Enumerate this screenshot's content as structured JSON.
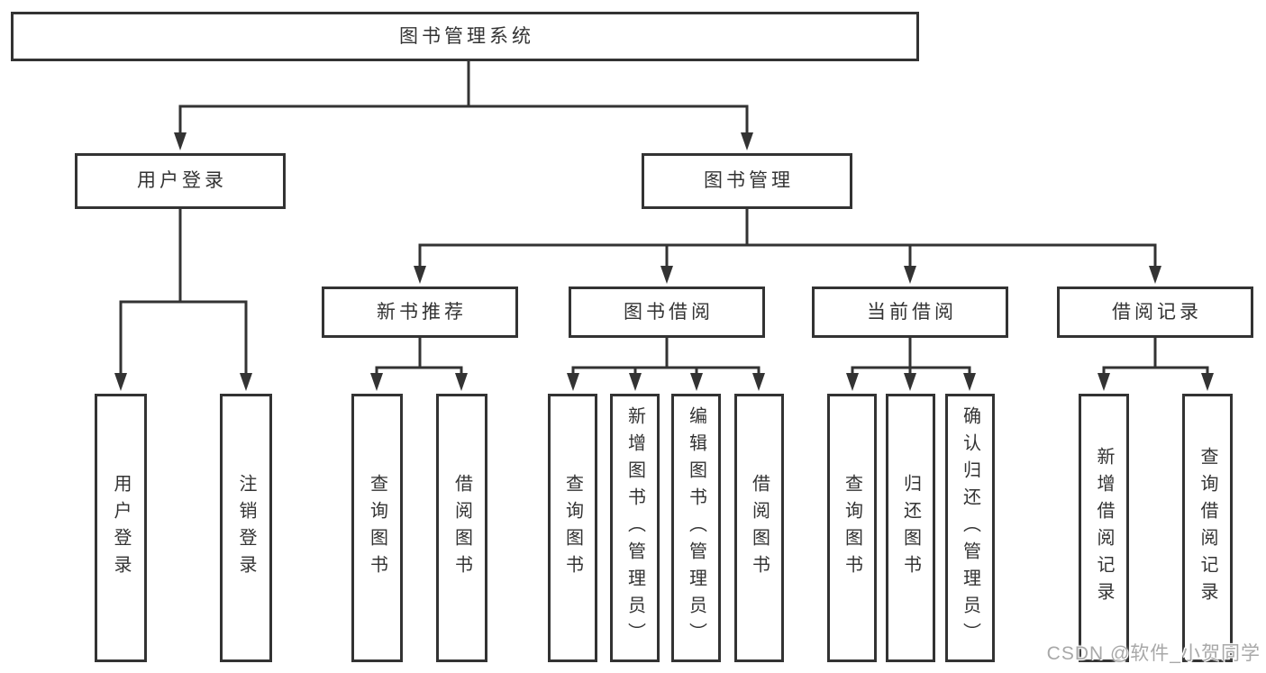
{
  "root": {
    "label": "图书管理系统"
  },
  "branches": {
    "user_login": {
      "label": "用户登录",
      "children": [
        {
          "label": "用户登录"
        },
        {
          "label": "注销登录"
        }
      ]
    },
    "book_management": {
      "label": "图书管理",
      "sections": [
        {
          "label": "新书推荐",
          "children": [
            {
              "label": "查询图书"
            },
            {
              "label": "借阅图书"
            }
          ]
        },
        {
          "label": "图书借阅",
          "children": [
            {
              "label": "查询图书"
            },
            {
              "label": "新增图书（管理员）"
            },
            {
              "label": "编辑图书（管理员）"
            },
            {
              "label": "借阅图书"
            }
          ]
        },
        {
          "label": "当前借阅",
          "children": [
            {
              "label": "查询图书"
            },
            {
              "label": "归还图书"
            },
            {
              "label": "确认归还（管理员）"
            }
          ]
        },
        {
          "label": "借阅记录",
          "children": [
            {
              "label": "新增借阅记录"
            },
            {
              "label": "查询借阅记录"
            }
          ]
        }
      ]
    }
  },
  "watermark": "CSDN @软件_小贺同学",
  "colors": {
    "line": "#333333",
    "text": "#333333",
    "box_background": "#ffffff",
    "watermark": "#aaaaaa"
  }
}
